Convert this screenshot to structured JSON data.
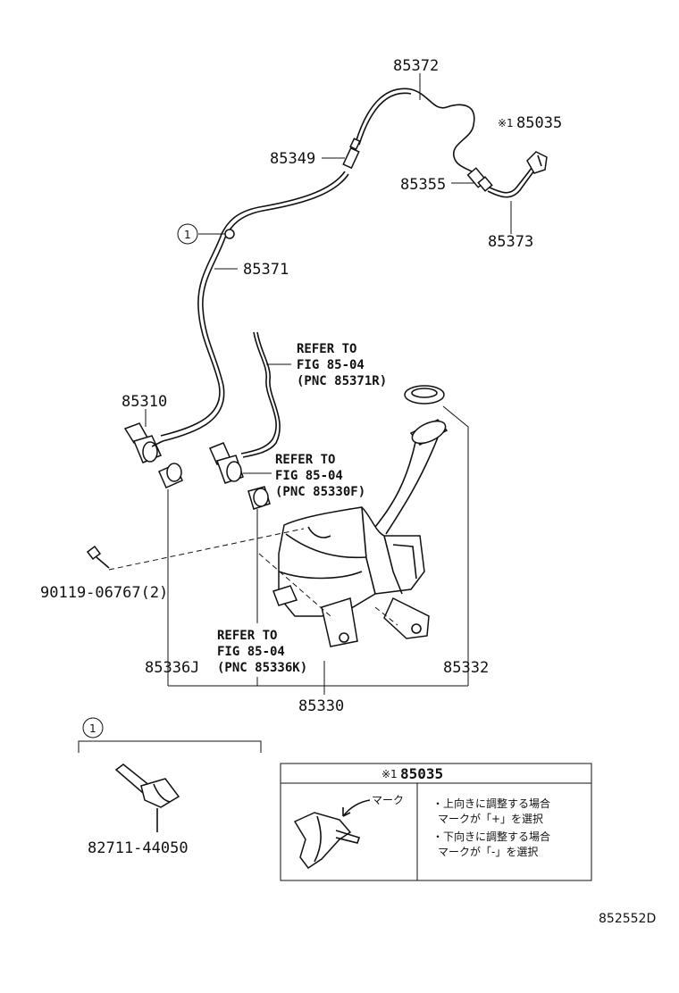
{
  "labels": {
    "p85372": "85372",
    "p85035_mark": "※1",
    "p85035": "85035",
    "p85349": "85349",
    "p85355": "85355",
    "p85373": "85373",
    "callout_1": "1",
    "p85371": "85371",
    "refer1_line1": "REFER TO",
    "refer1_line2": "FIG 85-04",
    "refer1_line3": "(PNC 85371R)",
    "p85310": "85310",
    "refer2_line1": "REFER TO",
    "refer2_line2": "FIG 85-04",
    "refer2_line3": "(PNC 85330F)",
    "p90119": "90119-06767(2)",
    "refer3_line1": "REFER TO",
    "refer3_line2": "FIG 85-04",
    "refer3_line3": "(PNC 85336K)",
    "p85336J": "85336J",
    "p85332": "85332",
    "p85330": "85330",
    "detail_callout": "1",
    "p82711": "82711-44050",
    "drawing_code": "852552D"
  },
  "detail_box": {
    "header_mark": "※1",
    "header_part": "85035",
    "mark_label": "マーク",
    "note_line1": "・上向きに調整する場合",
    "note_line2": "マークが「+」を選択",
    "note_line3": "・下向きに調整する場合",
    "note_line4": "マークが「-」を選択"
  }
}
